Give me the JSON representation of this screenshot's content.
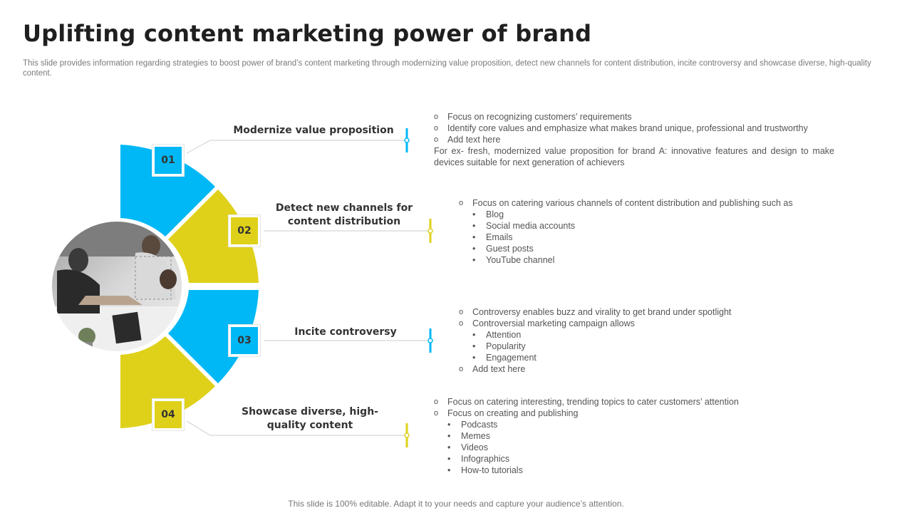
{
  "title": "Uplifting content marketing power of brand",
  "subtitle": "This slide provides information regarding strategies to boost power of brand’s content marketing through modernizing value proposition, detect new channels for content distribution, incite controversy and showcase diverse, high-quality content.",
  "colors": {
    "blue": "#00b8f5",
    "yellow": "#dfd11a",
    "line": "#d6d6d6"
  },
  "photo": {
    "description_icon": "team-hands-photo"
  },
  "steps": [
    {
      "number": "01",
      "color": "blue",
      "title": "Modernize value proposition",
      "details": [
        {
          "level": 1,
          "text": "Focus on recognizing customers’ requirements"
        },
        {
          "level": 1,
          "text": "Identify core values and emphasize what makes brand unique, professional and trustworthy"
        },
        {
          "level": 1,
          "text": "Add text here"
        },
        {
          "level": 0,
          "text": "For ex- fresh, modernized value proposition for brand A: innovative features and design to make devices suitable for next generation of achievers"
        }
      ]
    },
    {
      "number": "02",
      "color": "yellow",
      "title": "Detect new channels for content distribution",
      "details": [
        {
          "level": 1,
          "text": "Focus on catering various channels of content distribution and publishing such as"
        },
        {
          "level": 2,
          "text": "Blog"
        },
        {
          "level": 2,
          "text": "Social media accounts"
        },
        {
          "level": 2,
          "text": "Emails"
        },
        {
          "level": 2,
          "text": "Guest posts"
        },
        {
          "level": 2,
          "text": "YouTube channel"
        }
      ]
    },
    {
      "number": "03",
      "color": "blue",
      "title": "Incite controversy",
      "details": [
        {
          "level": 1,
          "text": "Controversy enables buzz and virality to get brand under spotlight"
        },
        {
          "level": 1,
          "text": "Controversial marketing campaign allows"
        },
        {
          "level": 2,
          "text": "Attention"
        },
        {
          "level": 2,
          "text": "Popularity"
        },
        {
          "level": 2,
          "text": "Engagement"
        },
        {
          "level": 1,
          "text": "Add text here"
        }
      ]
    },
    {
      "number": "04",
      "color": "yellow",
      "title": "Showcase diverse, high-quality content",
      "details": [
        {
          "level": 1,
          "text": "Focus on catering interesting, trending topics to cater customers’ attention"
        },
        {
          "level": 1,
          "text": "Focus on creating and publishing"
        },
        {
          "level": 2,
          "text": "Podcasts"
        },
        {
          "level": 2,
          "text": "Memes"
        },
        {
          "level": 2,
          "text": "Videos"
        },
        {
          "level": 2,
          "text": "Infographics"
        },
        {
          "level": 2,
          "text": "How-to tutorials"
        }
      ]
    }
  ],
  "footer": "This slide is 100% editable. Adapt it to your needs and capture your audience’s attention."
}
